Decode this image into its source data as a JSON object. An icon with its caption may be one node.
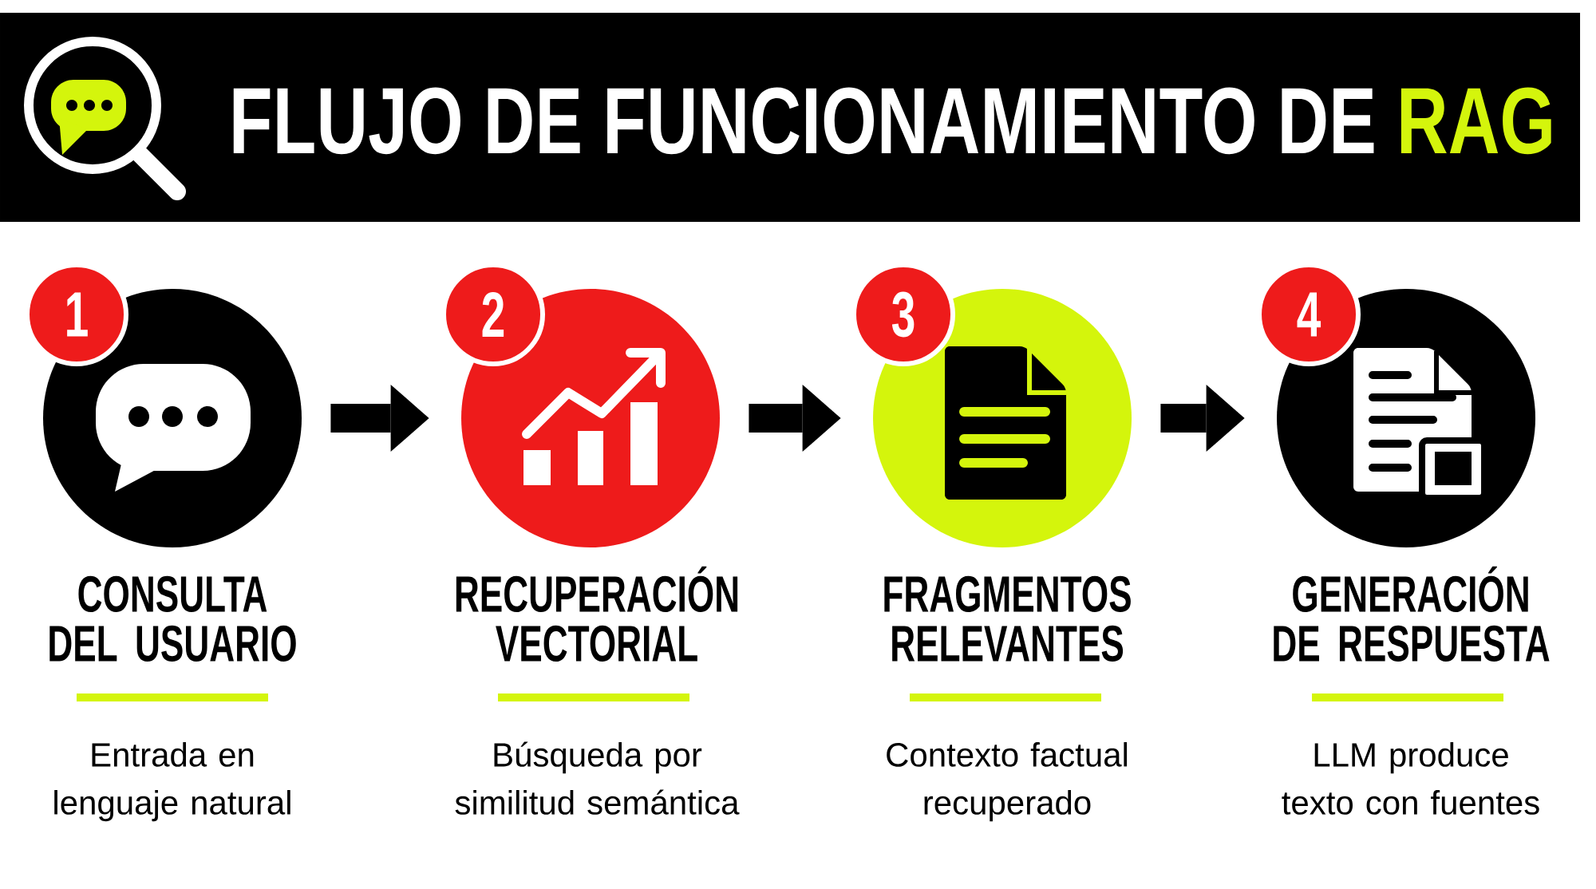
{
  "diagram": {
    "title": "FLUJO DE FUNCIONAMIENTO DE RAG",
    "nodes": [
      {
        "text": [
          "1"
        ]
      },
      {
        "text": [],
        "shape": "circle",
        "beside": [
          "CONSULTA DEL USUARIO",
          "Entrada en lenguaje natural"
        ]
      },
      {
        "text": [
          "2"
        ]
      },
      {
        "text": [],
        "shape": "circle",
        "beside": [
          "RECUPERACIÓN VECTORIAL",
          "Búsqueda por similitud semántica"
        ]
      },
      {
        "text": [
          "3"
        ]
      },
      {
        "text": [],
        "shape": "circle",
        "beside": [
          "FRAGMENTOS RELEVANTES",
          "Contexto factual recuperado"
        ]
      },
      {
        "text": [
          "4"
        ]
      },
      {
        "text": [],
        "shape": "circle",
        "beside": [
          "GENERACIÓN DE RESPUESTA",
          "LLM produce texto con fuentes"
        ]
      }
    ],
    "edges": [
      {
        "from": 1,
        "to": 3,
        "arrow": "to"
      },
      {
        "from": 3,
        "to": 5,
        "arrow": "to"
      },
      {
        "from": 5,
        "to": 7,
        "arrow": "to"
      }
    ]
  }
}
